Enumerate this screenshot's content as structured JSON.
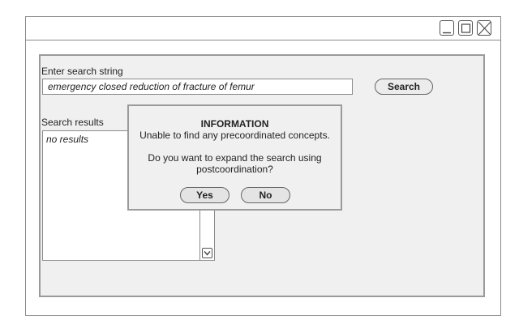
{
  "window": {
    "controls": [
      {
        "name": "minimize",
        "icon": "minimize-icon"
      },
      {
        "name": "maximize",
        "icon": "maximize-icon"
      },
      {
        "name": "close",
        "icon": "close-icon"
      }
    ]
  },
  "search": {
    "label": "Enter search string",
    "value": "emergency closed reduction of fracture of femur",
    "button_label": "Search"
  },
  "results": {
    "label": "Search results",
    "empty_text": "no results"
  },
  "dialog": {
    "title": "INFORMATION",
    "message": "Unable to find any precoordinated concepts.",
    "question": "Do you want to expand the search using postcoordination?",
    "yes_label": "Yes",
    "no_label": "No"
  },
  "colors": {
    "panel_bg": "#f0f0f0",
    "border": "#8a8a8a",
    "button_bg": "#ececec"
  }
}
